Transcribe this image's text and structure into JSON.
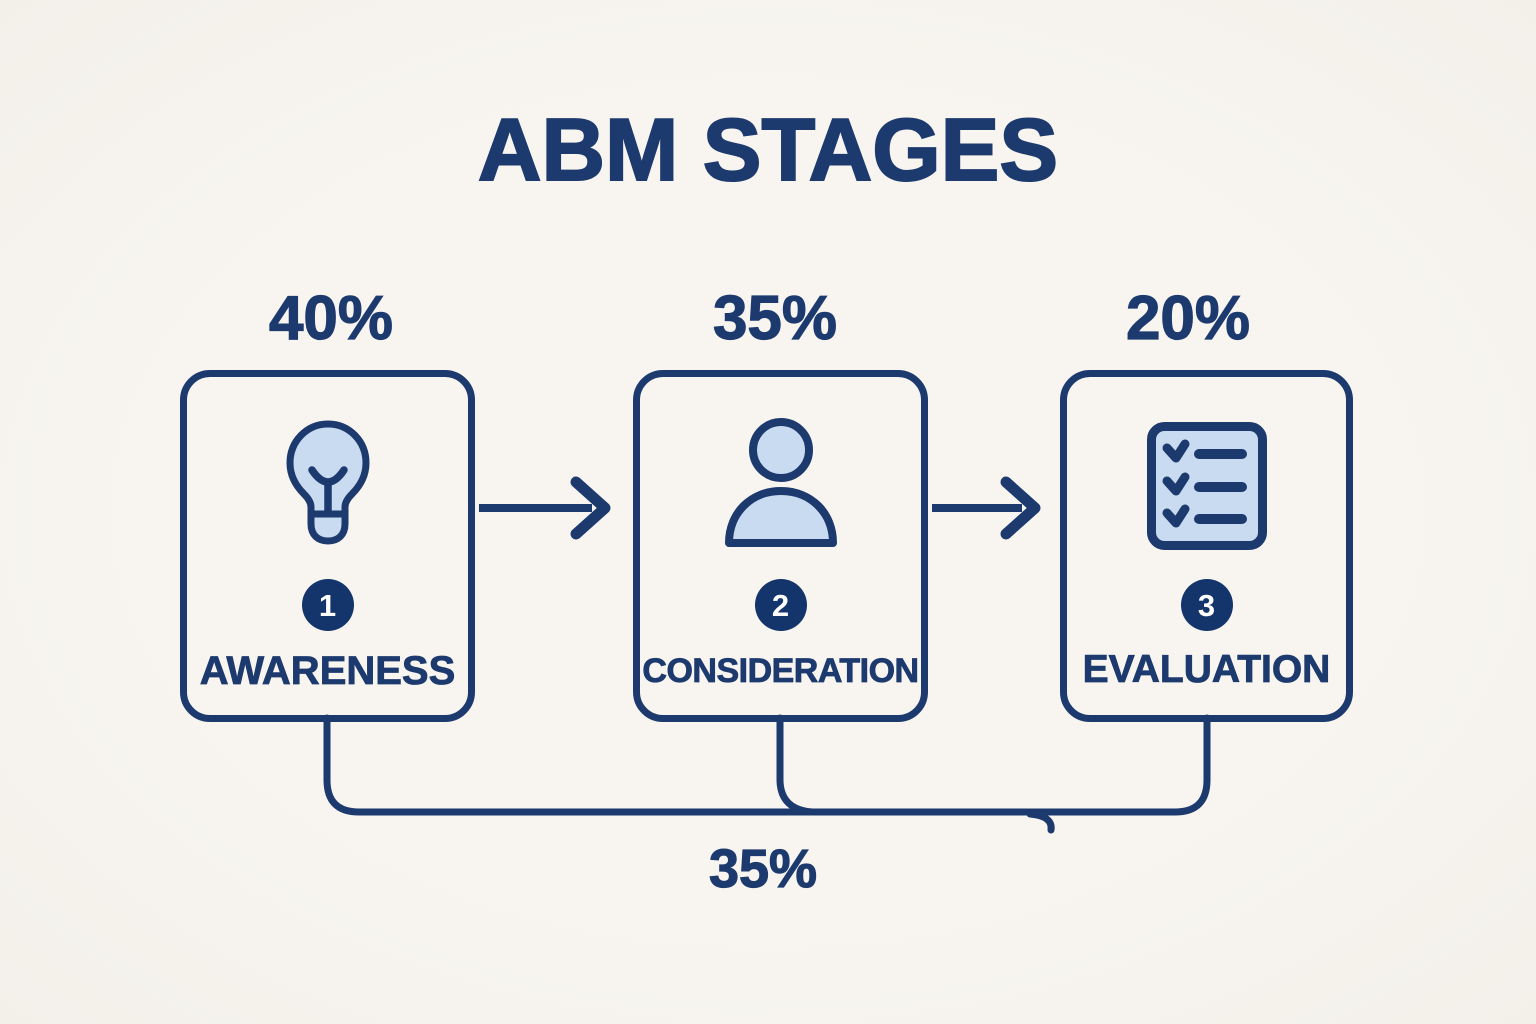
{
  "title": "ABM STAGES",
  "colors": {
    "navy": "#1d3a6e",
    "badge_fill": "#14356b",
    "icon_fill": "#c8dbf0",
    "background": "#f7f4ef",
    "badge_text": "#ffffff"
  },
  "stages": [
    {
      "percent": "40%",
      "number": "1",
      "label": "AWARENESS",
      "icon": "lightbulb-icon"
    },
    {
      "percent": "35%",
      "number": "2",
      "label": "CONSIDERATION",
      "icon": "person-icon"
    },
    {
      "percent": "20%",
      "number": "3",
      "label": "EVALUATION",
      "icon": "checklist-icon"
    }
  ],
  "connectors": {
    "arrow_1": "stage-1-to-stage-2",
    "arrow_2": "stage-2-to-stage-3",
    "bottom_percent": "35%"
  }
}
